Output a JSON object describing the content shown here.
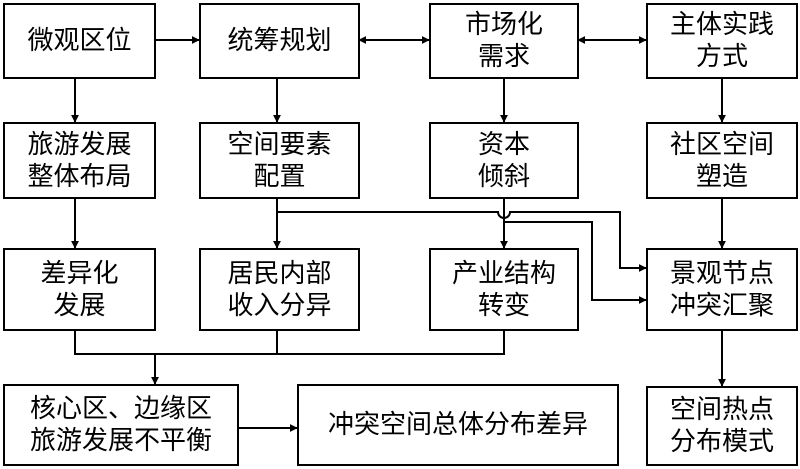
{
  "nodes": {
    "micro_location": "微观区位",
    "overall_planning": "统筹规划",
    "market_demand": "市场化\n需求",
    "subject_practice": "主体实践\n方式",
    "tourism_layout": "旅游发展\n整体布局",
    "space_element": "空间要素\n配置",
    "capital_tilt": "资本\n倾斜",
    "community_shaping": "社区空间\n塑造",
    "diff_development": "差异化\n发展",
    "resident_income": "居民内部\n收入分异",
    "industry_change": "产业结构\n转变",
    "landscape_conflict": "景观节点\n冲突汇聚",
    "core_edge": "核心区、边缘区\n旅游发展不平衡",
    "conflict_distribution": "冲突空间总体分布差异",
    "hotspot_pattern": "空间热点\n分布模式"
  }
}
